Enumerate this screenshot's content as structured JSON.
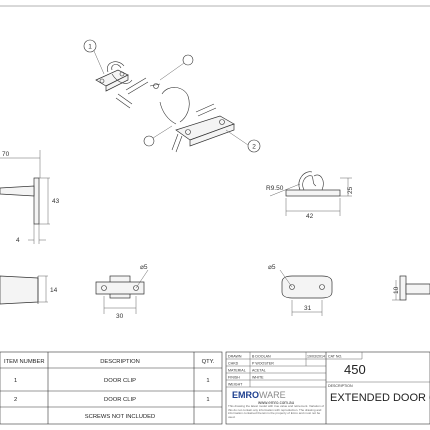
{
  "balloons": [
    "1",
    "2"
  ],
  "dimensions": {
    "top_70": "70",
    "left_43": "43",
    "left_4": "4",
    "left_14": "14",
    "clip_r": "R9.50",
    "clip_25": "25",
    "clip_42": "42",
    "bracket_dia_a": "⌀5",
    "bracket_30": "30",
    "bracket_dia_b": "⌀5",
    "bracket_31": "31",
    "right_10": "10"
  },
  "bom": {
    "headers": {
      "item": "ITEM NUMBER",
      "description": "DESCRIPTION",
      "qty": "QTY."
    },
    "rows": [
      {
        "item": "1",
        "description": "DOOR CLIP",
        "qty": "1"
      },
      {
        "item": "2",
        "description": "DOOR CLIP",
        "qty": "1"
      },
      {
        "item": "",
        "description": "SCREWS NOT INCLUDED",
        "qty": ""
      }
    ]
  },
  "title_block": {
    "drawn_label": "DRAWN",
    "drawn_value": "B DOOLAN",
    "drawn_date": "19/03/2014",
    "checked_label": "CHKD",
    "checked_value": "P WOOSTER",
    "material_label": "MATERIAL",
    "material_value": "ACETAL",
    "finish_label": "FINISH",
    "finish_value": "WHITE",
    "weight_label": "WEIGHT",
    "cat_no_label": "CAT NO.",
    "cat_no": "450",
    "description_label": "DESCRIPTION",
    "description": "EXTENDED DOOR CLIP",
    "brand_main": "EMRO",
    "brand_suffix": "WARE",
    "website": "www.emro.com.au",
    "notice": "This drawing the latest model with true value and retirement. Variation of this do not contain any information with reproduction. The drawing and information contained therein is the property of Emro and must not be used."
  },
  "colors": {
    "line": "#333333",
    "part_fill": "#f4f4f4",
    "brand_blue": "#1d3f8f",
    "brand_grey": "#8a8a8a"
  }
}
